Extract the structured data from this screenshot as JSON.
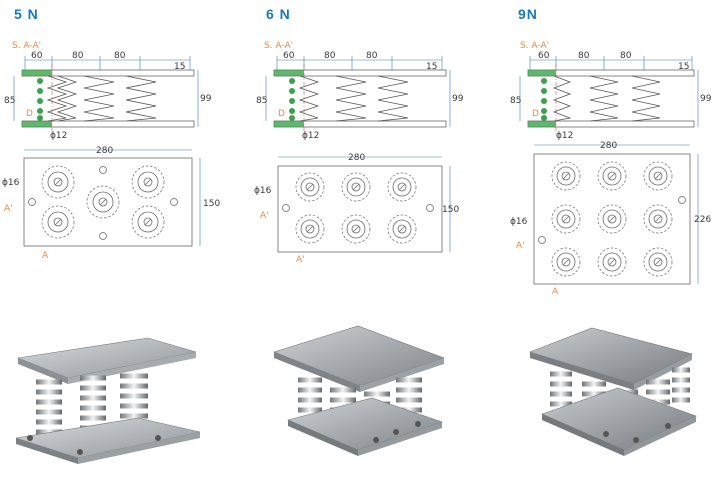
{
  "models": [
    {
      "title": "5 N",
      "section_label": "S. A-A'",
      "dims": {
        "d60": "60",
        "d80a": "80",
        "d80b": "80",
        "d15": "15",
        "h85": "85",
        "h99": "99",
        "pin": "ϕ12",
        "hole": "ϕ16",
        "len": "280",
        "wid": "150"
      },
      "labels": {
        "d": "D",
        "a_left": "A'",
        "a_bottom": "A"
      }
    },
    {
      "title": "6 N",
      "section_label": "S. A-A'",
      "dims": {
        "d60": "60",
        "d80a": "80",
        "d80b": "80",
        "d15": "15",
        "h85": "85",
        "h99": "99",
        "pin": "ϕ12",
        "hole": "ϕ16",
        "len": "280",
        "wid": "150"
      },
      "labels": {
        "d": "D",
        "a_left": "A'",
        "a_bottom": "A'"
      }
    },
    {
      "title": "9N",
      "section_label": "S. A-A'",
      "dims": {
        "d60": "60",
        "d80a": "80",
        "d80b": "80",
        "d15": "15",
        "h85": "85",
        "h99": "99",
        "pin": "ϕ12",
        "hole": "ϕ16",
        "len": "280",
        "wid": "226"
      },
      "labels": {
        "d": "D",
        "a_left": "A'",
        "a_bottom": "A"
      }
    }
  ],
  "colors": {
    "title": "#1a79b9",
    "annotation": "#f08a3c",
    "dimension_line": "#3f7cc0",
    "center_line": "#c85a5a",
    "spring_green": "#3aa24a"
  },
  "icons": [
    "spring-isolator-photo"
  ]
}
